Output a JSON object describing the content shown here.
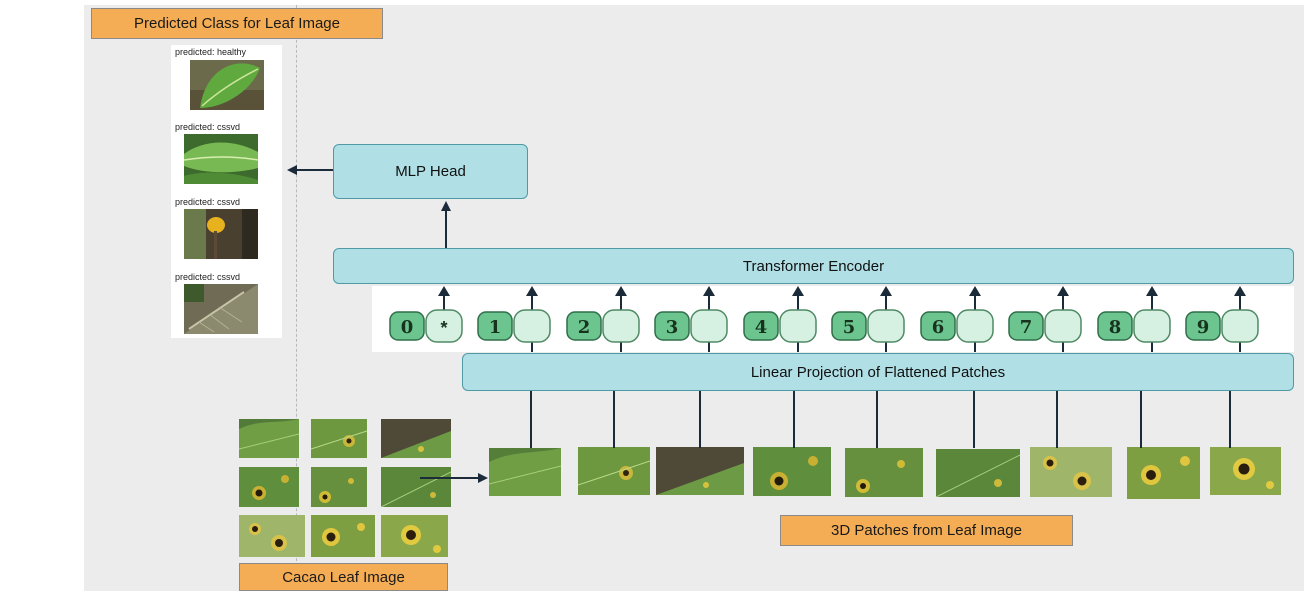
{
  "labels": {
    "predicted_class": "Predicted Class for Leaf Image",
    "cacao_leaf_image": "Cacao Leaf Image",
    "patches": "3D Patches from Leaf Image"
  },
  "boxes": {
    "mlp_head": "MLP Head",
    "transformer_encoder": "Transformer Encoder",
    "linear_projection": "Linear Projection of Flattened Patches"
  },
  "predictions": [
    {
      "caption": "predicted: healthy",
      "icon": "healthy-leaf"
    },
    {
      "caption": "predicted: cssvd",
      "icon": "leaf"
    },
    {
      "caption": "predicted: cssvd",
      "icon": "cacao-pod"
    },
    {
      "caption": "predicted: cssvd",
      "icon": "diseased-leaf"
    }
  ],
  "tokens": [
    {
      "index": "0",
      "extra": "*"
    },
    {
      "index": "1",
      "extra": ""
    },
    {
      "index": "2",
      "extra": ""
    },
    {
      "index": "3",
      "extra": ""
    },
    {
      "index": "4",
      "extra": ""
    },
    {
      "index": "5",
      "extra": ""
    },
    {
      "index": "6",
      "extra": ""
    },
    {
      "index": "7",
      "extra": ""
    },
    {
      "index": "8",
      "extra": ""
    },
    {
      "index": "9",
      "extra": ""
    }
  ],
  "colors": {
    "background": "#ececec",
    "teal_box": "#b0e0e6",
    "teal_border": "#4f9aa5",
    "orange_label": "#f5ad55",
    "token_dark": "#6cc58e",
    "token_light": "#d6f1e2",
    "arrow": "#1b2b3a"
  }
}
